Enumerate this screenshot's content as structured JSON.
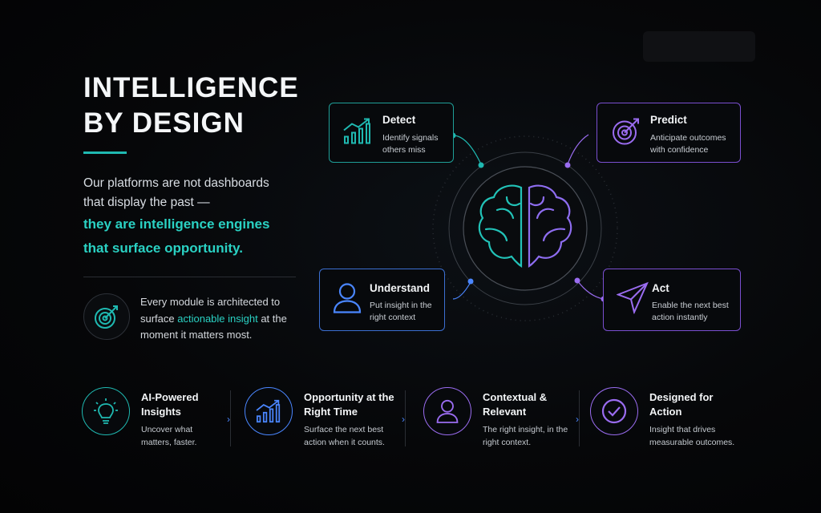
{
  "header": {
    "title": "INTELLIGENCE\nBY DESIGN",
    "intro": "Our platforms are not dashboards that display the past —",
    "intro_highlight": "they are intelligence engines that surface opportunity."
  },
  "note": {
    "icon": "target-icon",
    "text_before": "Every module is architected to surface ",
    "highlight": "actionable insight",
    "text_after": " at the moment it matters most."
  },
  "diagram": {
    "center_icon": "brain-icon",
    "cards": [
      {
        "id": "detect",
        "title": "Detect",
        "desc": "Identify signals others miss",
        "icon": "chart-growth-icon",
        "color": "#1fb9b1"
      },
      {
        "id": "predict",
        "title": "Predict",
        "desc": "Anticipate outcomes with confidence",
        "icon": "target-icon",
        "color": "#9a6cf0"
      },
      {
        "id": "understand",
        "title": "Understand",
        "desc": "Put insight in the right context",
        "icon": "user-icon",
        "color": "#4a86ff"
      },
      {
        "id": "act",
        "title": "Act",
        "desc": "Enable the next best action instantly",
        "icon": "paper-plane-icon",
        "color": "#9a6cf0"
      }
    ]
  },
  "features": [
    {
      "title": "AI-Powered Insights",
      "desc": "Uncover what matters, faster.",
      "icon": "lightbulb-icon",
      "color": "#1fb9b1"
    },
    {
      "title": "Opportunity at the Right Time",
      "desc": "Surface the next best action when it counts.",
      "icon": "chart-growth-icon",
      "color": "#4a86ff"
    },
    {
      "title": "Contextual & Relevant",
      "desc": "The right insight, in the right context.",
      "icon": "user-icon",
      "color": "#9a6cf0"
    },
    {
      "title": "Designed for Action",
      "desc": "Insight that drives measurable outcomes.",
      "icon": "check-circle-icon",
      "color": "#9a6cf0"
    }
  ],
  "chevron": "›"
}
